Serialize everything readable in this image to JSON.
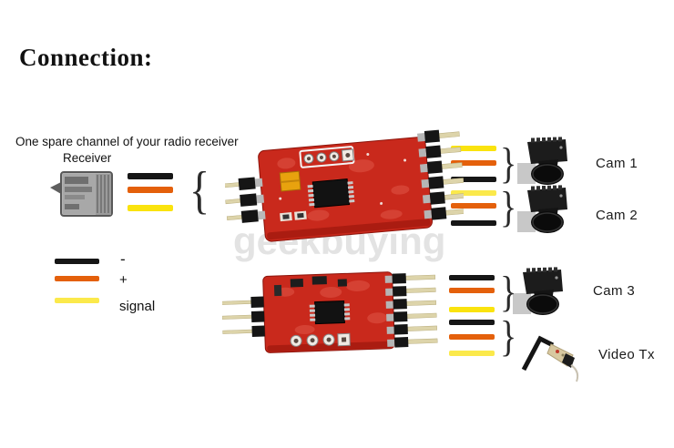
{
  "title": "Connection:",
  "annotations": {
    "note": "One spare channel of your radio receiver",
    "receiver_label": "Receiver"
  },
  "legend": {
    "items": [
      {
        "color_name": "black",
        "label": "-"
      },
      {
        "color_name": "orange",
        "label": "+"
      },
      {
        "color_name": "yellow",
        "label": "signal"
      }
    ]
  },
  "devices": {
    "cam1_label": "Cam 1",
    "cam2_label": "Cam 2",
    "cam3_label": "Cam 3",
    "video_tx_label": "Video Tx"
  },
  "braces": {
    "open": "{",
    "close": "}"
  },
  "watermark": "geekbuying",
  "wire_groups": {
    "receiver_to_board": [
      "black",
      "orange",
      "yellow"
    ],
    "cam1": [
      "yellow",
      "orange",
      "black"
    ],
    "cam2": [
      "yellow",
      "orange",
      "black"
    ],
    "cam3": [
      "black",
      "orange",
      "yellow"
    ],
    "video_tx": [
      "black",
      "orange",
      "yellow"
    ]
  },
  "colors": {
    "wire_black": "#161616",
    "wire_orange": "#e4600b",
    "wire_yellow": "#fae30e",
    "wire_yellow_light": "#fbe94b",
    "pcb_red": "#c9291c",
    "pin_beige": "#ddd4aa",
    "header_black": "#161616",
    "watermark_gray": "#e3e3e3"
  }
}
